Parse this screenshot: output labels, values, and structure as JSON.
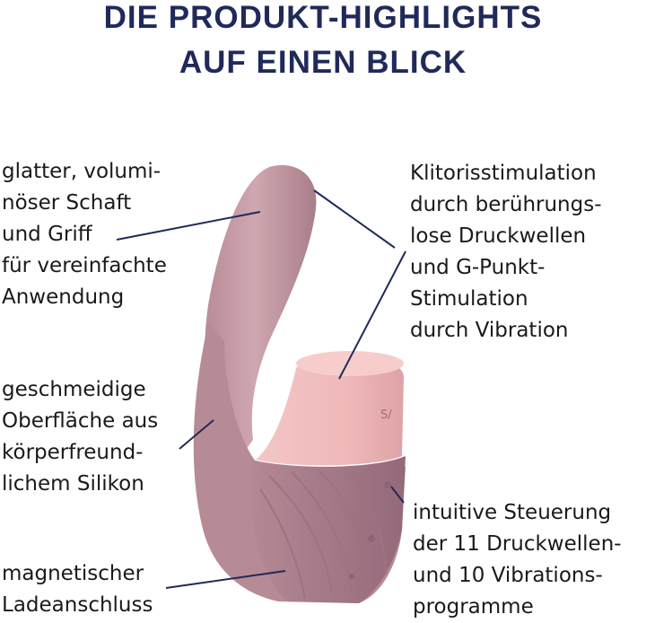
{
  "title": {
    "line1": "DIE PRODUKT-HIGHLIGHTS",
    "line2": "AUF EINEN BLICK"
  },
  "features": {
    "schaft": "glatter, volumi-\nnöser Schaft\nund Griff\nfür vereinfachte\nAnwendung",
    "klitoris": "Klitorisstimulation\ndurch berührungs-\nlose Druckwellen\nund G-Punkt-\nStimulation\ndurch Vibration",
    "silikon": "geschmeidige\nOberfläche aus\nkörperfreund-\nlichem Silikon",
    "steuerung": "intuitive Steuerung\nder 11 Druckwellen-\nund 10 Vibrations-\nprogramme",
    "ladeanschluss": "magnetischer\nLadeanschluss"
  },
  "product": {
    "brand_mark": "S/",
    "colors": {
      "body": "#c49aa3",
      "head": "#f0bcbd",
      "band": "#a87e8a",
      "title": "#1f2a5a",
      "lines": "#1f2a5a"
    }
  }
}
